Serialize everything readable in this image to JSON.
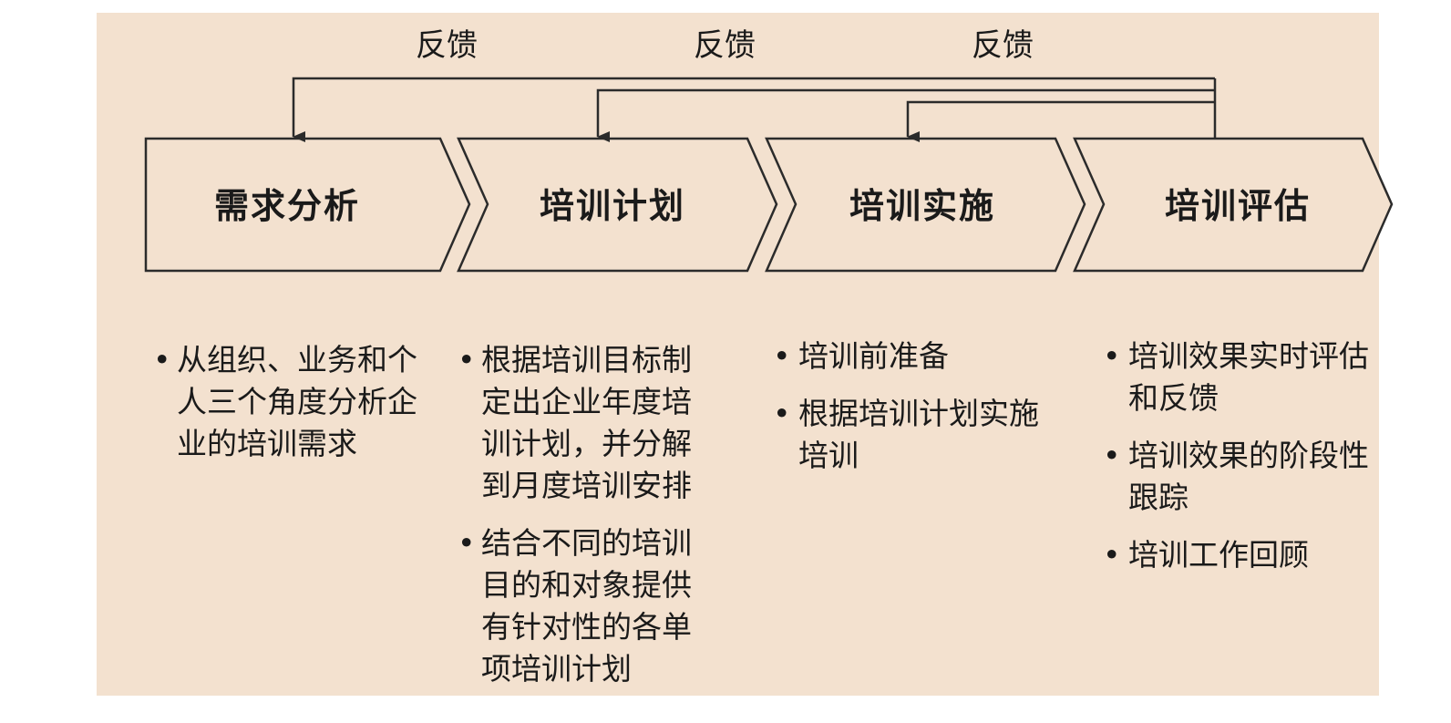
{
  "stages": [
    {
      "label": "需求分析"
    },
    {
      "label": "培训计划"
    },
    {
      "label": "培训实施"
    },
    {
      "label": "培训评估"
    }
  ],
  "feedback_labels": [
    "反馈",
    "反馈",
    "反馈"
  ],
  "details": [
    {
      "items": [
        "从组织、业务和个人三个角度分析企业的培训需求"
      ]
    },
    {
      "items": [
        "根据培训目标制定出企业年度培训计划，并分解到月度培训安排",
        "结合不同的培训目的和对象提供有针对性的各单项培训计划"
      ]
    },
    {
      "items": [
        "培训前准备",
        "根据培训计划实施培训"
      ]
    },
    {
      "items": [
        "培训效果实时评估和反馈",
        "培训效果的阶段性跟踪",
        "培训工作回顾"
      ]
    }
  ],
  "colors": {
    "background": "#f3e1cf",
    "stroke": "#2b2b2b",
    "text": "#1a1a1a"
  }
}
